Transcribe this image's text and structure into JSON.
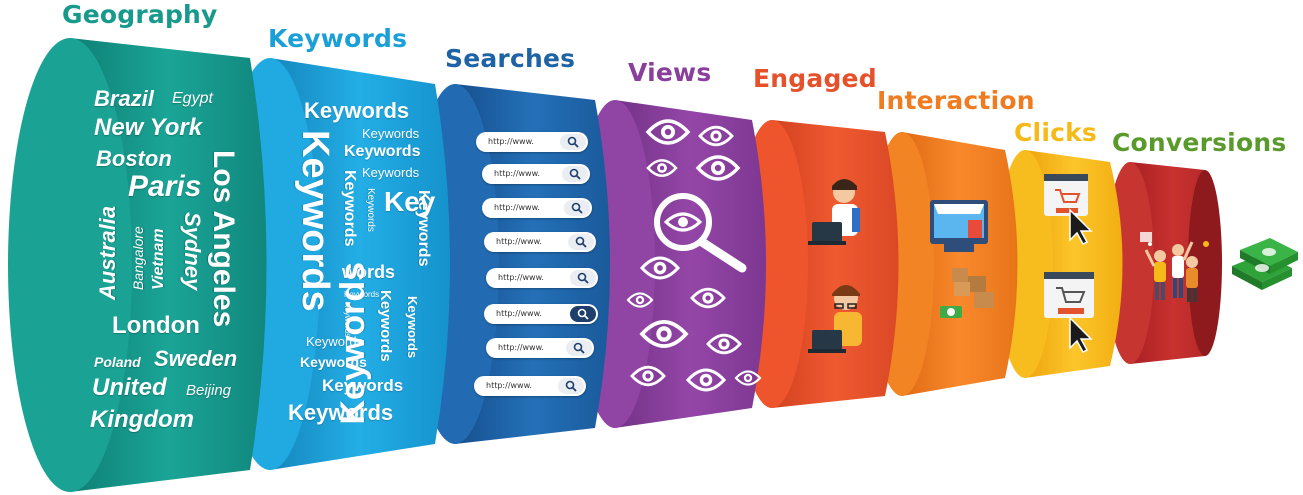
{
  "stages": {
    "geography": "Geography",
    "keywords": "Keywords",
    "searches": "Searches",
    "views": "Views",
    "engaged": "Engaged",
    "interaction": "Interaction",
    "clicks": "Clicks",
    "conversions": "Conversions"
  },
  "colors": {
    "geography": "#17998c",
    "keywords": "#1a9fd6",
    "searches": "#1e63a6",
    "views": "#8a3f9c",
    "engaged": "#e6502a",
    "interaction": "#f07c22",
    "clicks": "#f5b918",
    "conversions": "#c0282d",
    "money": "#2fa23a"
  },
  "geography_words": {
    "brazil": "Brazil",
    "egypt": "Egypt",
    "new_york": "New York",
    "boston": "Boston",
    "paris": "Paris",
    "los_angeles": "Los Angeles",
    "australia": "Australia",
    "bangalore": "Bangalore",
    "vietnam": "Vietnam",
    "sydney": "Sydney",
    "london": "London",
    "poland": "Poland",
    "sweden": "Sweden",
    "united": "United",
    "beijing": "Beijing",
    "kingdom": "Kingdom"
  },
  "keyword_words": {
    "keywords": "Keywords",
    "key": "Key",
    "words": "words"
  },
  "search_bar_text": "http://www.",
  "icons": {
    "search": "magnifier-icon",
    "eye": "eye-icon",
    "person": "person-laptop-icon",
    "shop": "online-shop-icon",
    "cursor": "cursor-icon",
    "cart": "cart-icon",
    "people": "celebrating-people-icon",
    "money": "money-stack-icon"
  }
}
